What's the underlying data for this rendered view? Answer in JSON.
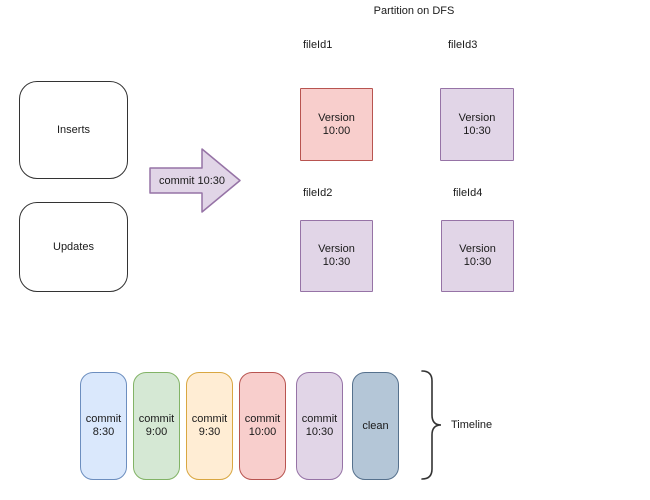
{
  "diagram": {
    "title": "Partition on DFS",
    "sources": [
      {
        "label": "Inserts"
      },
      {
        "label": "Updates"
      }
    ],
    "commit_arrow": {
      "label": "commit 10:30"
    },
    "files": [
      {
        "id": "fileId1",
        "version": "Version\n10:00",
        "color": "red"
      },
      {
        "id": "fileId3",
        "version": "Version\n10:30",
        "color": "purple"
      },
      {
        "id": "fileId2",
        "version": "Version\n10:30",
        "color": "purple"
      },
      {
        "id": "fileId4",
        "version": "Version\n10:30",
        "color": "purple"
      }
    ],
    "timeline": {
      "label": "Timeline",
      "items": [
        {
          "label": "commit\n8:30",
          "color": "blue"
        },
        {
          "label": "commit\n9:00",
          "color": "green"
        },
        {
          "label": "commit\n9:30",
          "color": "orange"
        },
        {
          "label": "commit\n10:00",
          "color": "red"
        },
        {
          "label": "commit\n10:30",
          "color": "purple"
        },
        {
          "label": "clean",
          "color": "gray"
        }
      ]
    },
    "palette": {
      "blue": {
        "fill": "#DAE8FC",
        "stroke": "#6C8EBF"
      },
      "green": {
        "fill": "#D5E8D4",
        "stroke": "#82B366"
      },
      "orange": {
        "fill": "#FFEDD4",
        "stroke": "#D9A741"
      },
      "red": {
        "fill": "#F8CECC",
        "stroke": "#B85450"
      },
      "purple": {
        "fill": "#E1D5E7",
        "stroke": "#9673A6"
      },
      "gray": {
        "fill": "#B4C6D7",
        "stroke": "#56718D"
      }
    }
  }
}
